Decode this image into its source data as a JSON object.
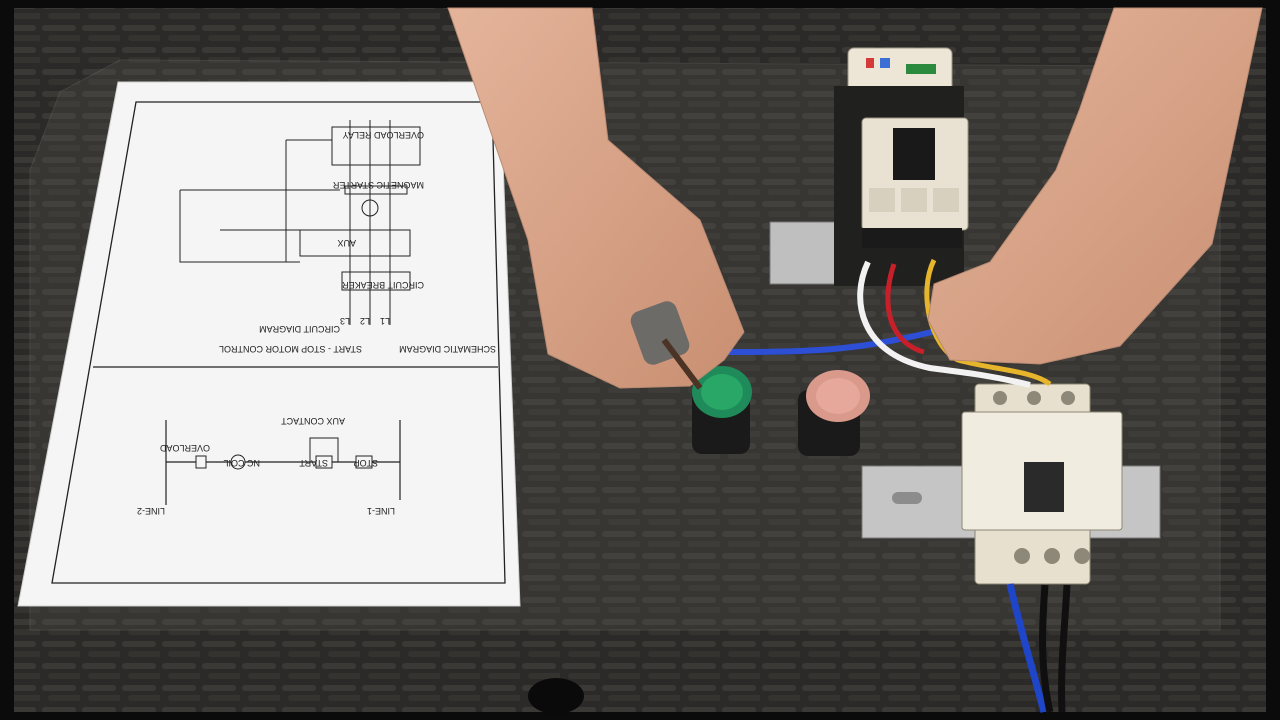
{
  "colors": {
    "frame": "#0b0b0b",
    "table": "#2b2a28",
    "paper": "#f4f5f4",
    "skin": "#d9a98e",
    "green_button": "#1f8a5a",
    "red_button": "#d99a8c",
    "device_body": "#ece4d3",
    "din_rail": "#bfbfbf",
    "wire_blue": "#2c4fd6",
    "wire_red": "#c8202a",
    "wire_white": "#f2f2f2",
    "wire_yellow": "#e7b52b"
  },
  "schematic": {
    "title": "SCHEMATIC DIAGRAM",
    "subtitle1": "START - STOP MOTOR CONTROL",
    "subtitle2": "CIRCUIT DIAGRAM",
    "labels": {
      "overload_relay": "OVERLOAD RELAY",
      "magnetic_starter": "MAGNETIC STARTER",
      "circuit_breaker": "CIRCUIT BREAKER",
      "aux": "AUX",
      "line1": "LINE-1",
      "line2": "LINE-2",
      "overload": "OVERLOAD",
      "nc_coil": "NC COIL",
      "start": "START",
      "stop": "STOP",
      "aux_contact": "AUX CONTACT",
      "l1": "L1",
      "l2": "L2",
      "l3": "L3"
    }
  },
  "objects": {
    "paper": "printed-schematic",
    "hands": [
      "left-hand-screwdriver",
      "right-hand-wires"
    ],
    "buttons": [
      "green-start-button",
      "red-stop-button"
    ],
    "devices": [
      "overload-relay",
      "magnetic-contactor",
      "circuit-breaker"
    ],
    "rail": "din-rail"
  }
}
